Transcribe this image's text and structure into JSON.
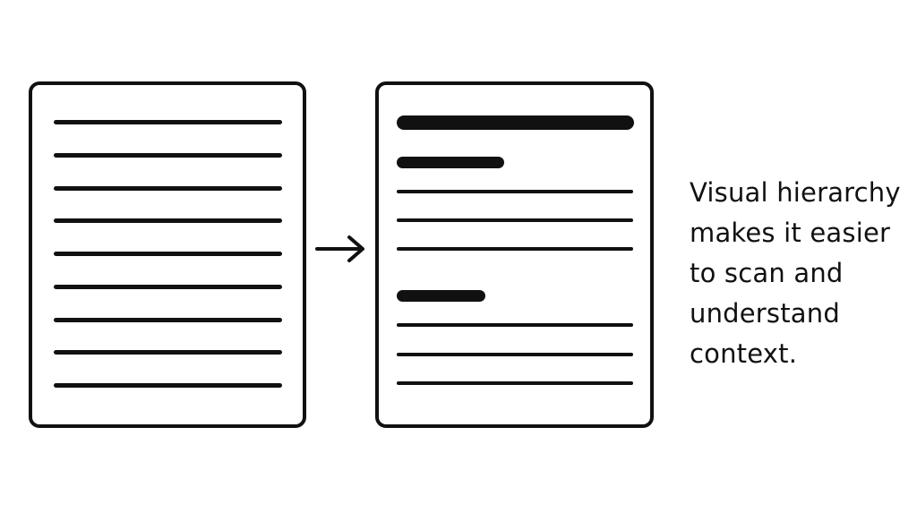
{
  "caption": {
    "text": "Visual hierarchy makes it easier to scan and understand context."
  },
  "before_document": {
    "line_count": 9,
    "line_weight": "uniform"
  },
  "after_document": {
    "elements": [
      "title",
      "heading",
      "text",
      "text",
      "text",
      "heading",
      "text",
      "text",
      "text"
    ]
  },
  "arrow": {
    "icon": "arrow-right-icon",
    "direction": "right"
  },
  "colors": {
    "ink": "#111111",
    "background": "#ffffff"
  }
}
